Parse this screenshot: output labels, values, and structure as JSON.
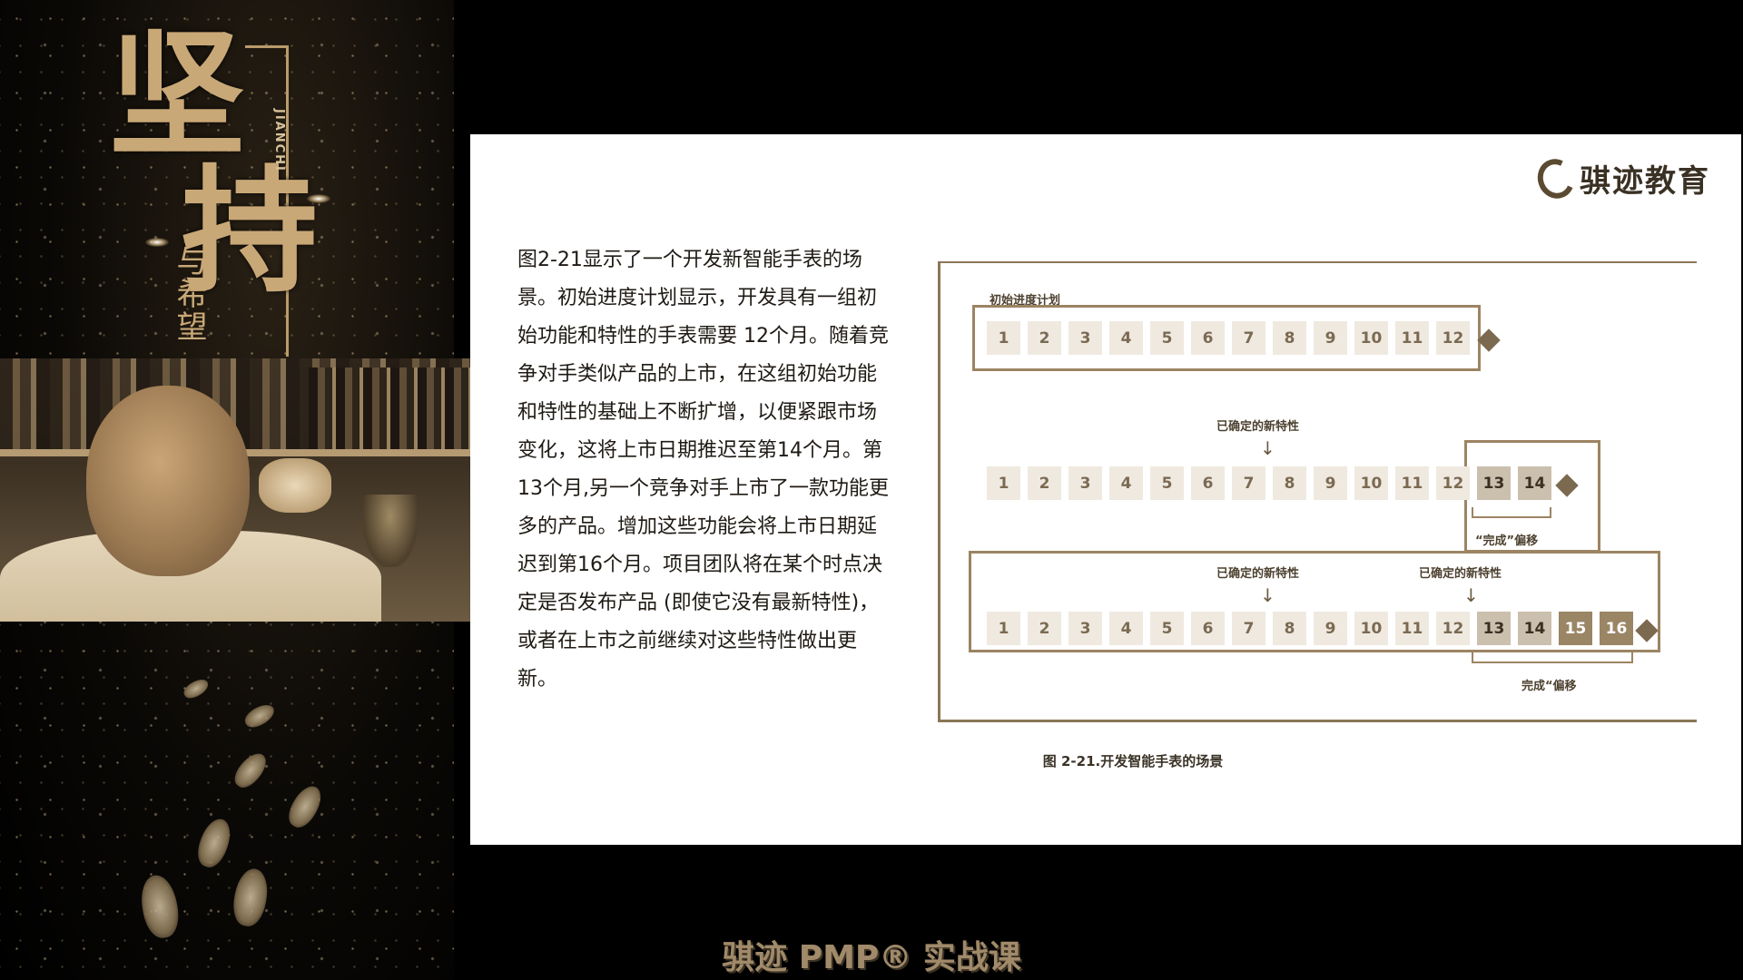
{
  "poster": {
    "title_main": [
      "坚",
      "持"
    ],
    "pinyin": "JIANCHI",
    "subtitle": "与希望"
  },
  "slide": {
    "logo_text": "骐迹教育",
    "body_text": "图2-21显示了一个开发新智能手表的场景。初始进度计划显示，开发具有一组初始功能和特性的手表需要 12个月。随着竞争对手类似产品的上市，在这组初始功能和特性的基础上不断扩增，以便紧跟市场变化，这将上市日期推迟至第14个月。第13个月,另一个竞争对手上市了一款功能更多的产品。增加这些功能会将上市日期延迟到第16个月。项目团队将在某个时点决定是否发布产品 (即使它没有最新特性)，或者在上市之前继续对这些特性做出更新。",
    "figure": {
      "caption": "图 2-21.开发智能手表的场景",
      "row1_label": "初始进度计划",
      "new_feature_label": "已确定的新特性",
      "done_offset_label": "“完成”偏移",
      "row3_done_offset_label": "完成“偏移",
      "row1_cells": [
        "1",
        "2",
        "3",
        "4",
        "5",
        "6",
        "7",
        "8",
        "9",
        "10",
        "11",
        "12"
      ],
      "row2_cells": [
        "1",
        "2",
        "3",
        "4",
        "5",
        "6",
        "7",
        "8",
        "9",
        "10",
        "11",
        "12"
      ],
      "row2_extra": [
        "13",
        "14"
      ],
      "row3_cells": [
        "1",
        "2",
        "3",
        "4",
        "5",
        "6",
        "7",
        "8",
        "9",
        "10",
        "11",
        "12"
      ],
      "row3_extra_mid": [
        "13",
        "14"
      ],
      "row3_extra_dark": [
        "15",
        "16"
      ]
    }
  },
  "footer": {
    "course_title": "骐迹 PMP® 实战课"
  },
  "colors": {
    "accent": "#9c8462",
    "cell_light": "#efe9e0",
    "cell_mid": "#cbbfae",
    "cell_dark": "#9a8565"
  }
}
